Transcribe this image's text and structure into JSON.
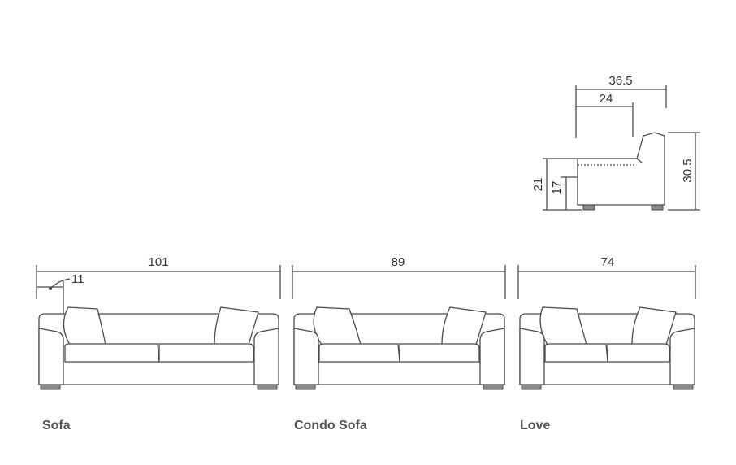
{
  "side_view": {
    "depth_total": "36.5",
    "seat_depth": "24",
    "height_total": "30.5",
    "arm_height": "21",
    "seat_height": "17"
  },
  "sofa": {
    "width": "101",
    "arm_width": "11",
    "caption": "Sofa"
  },
  "condo": {
    "width": "89",
    "caption": "Condo Sofa"
  },
  "love": {
    "width": "74",
    "caption": "Love"
  },
  "colors": {
    "line": "#4a4a4a",
    "leg": "#8a8a8a",
    "caption": "#555555"
  }
}
